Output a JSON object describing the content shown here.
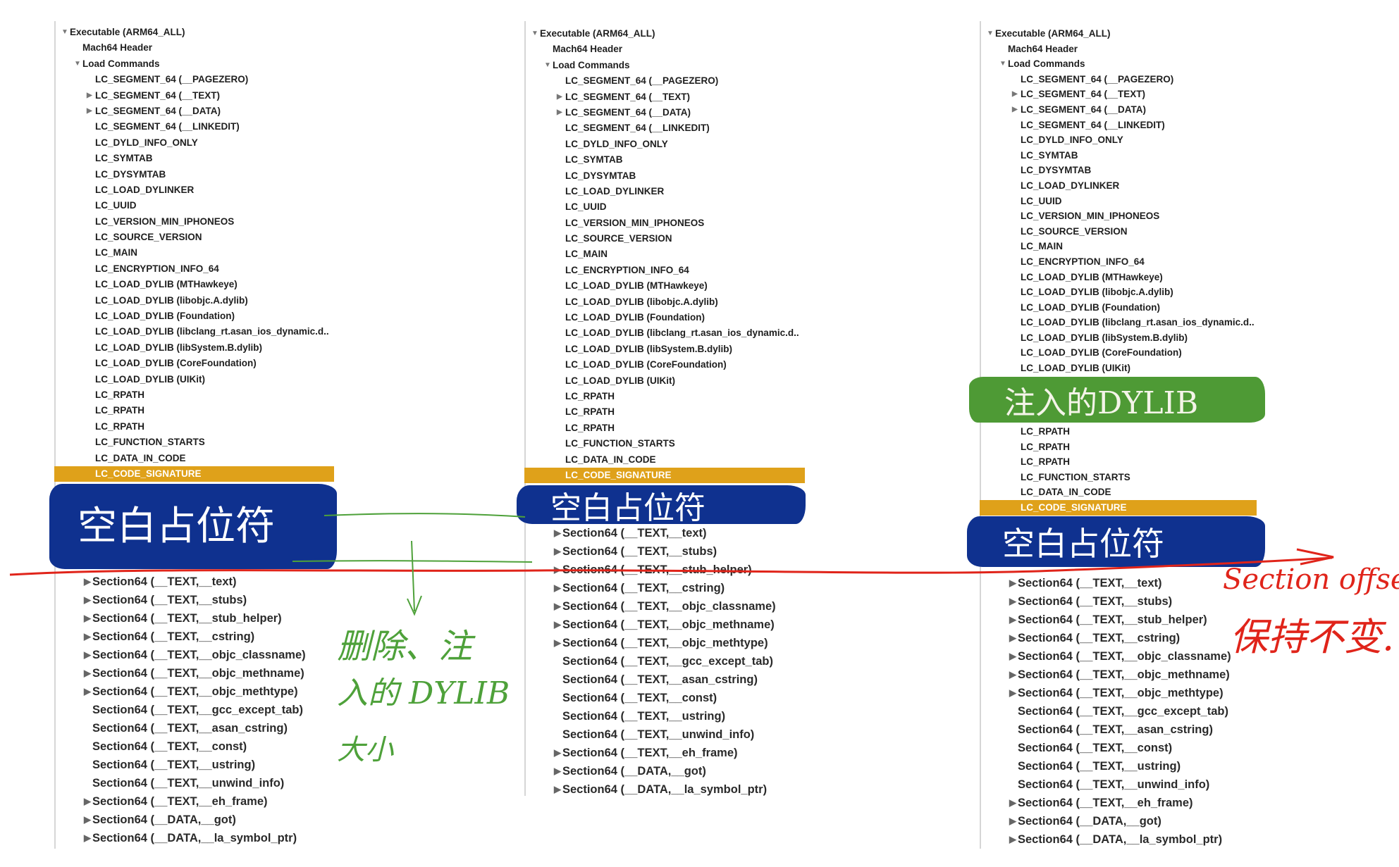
{
  "colors": {
    "selection": "#dfa11a",
    "blue_marker": "#0f318f",
    "green_marker": "#4e9a35",
    "red_ink": "#e0241a",
    "green_ink": "#4ea13a"
  },
  "load_commands": [
    {
      "text": "Executable  (ARM64_ALL)",
      "level": 0,
      "arrow": "expanded"
    },
    {
      "text": "Mach64 Header",
      "level": 1,
      "arrow": ""
    },
    {
      "text": "Load Commands",
      "level": 1,
      "arrow": "expanded"
    },
    {
      "text": "LC_SEGMENT_64 (__PAGEZERO)",
      "level": 2,
      "arrow": ""
    },
    {
      "text": "LC_SEGMENT_64 (__TEXT)",
      "level": 2,
      "arrow": "collapsed"
    },
    {
      "text": "LC_SEGMENT_64 (__DATA)",
      "level": 2,
      "arrow": "collapsed"
    },
    {
      "text": "LC_SEGMENT_64 (__LINKEDIT)",
      "level": 2,
      "arrow": ""
    },
    {
      "text": "LC_DYLD_INFO_ONLY",
      "level": 2,
      "arrow": ""
    },
    {
      "text": "LC_SYMTAB",
      "level": 2,
      "arrow": ""
    },
    {
      "text": "LC_DYSYMTAB",
      "level": 2,
      "arrow": ""
    },
    {
      "text": "LC_LOAD_DYLINKER",
      "level": 2,
      "arrow": ""
    },
    {
      "text": "LC_UUID",
      "level": 2,
      "arrow": ""
    },
    {
      "text": "LC_VERSION_MIN_IPHONEOS",
      "level": 2,
      "arrow": ""
    },
    {
      "text": "LC_SOURCE_VERSION",
      "level": 2,
      "arrow": ""
    },
    {
      "text": "LC_MAIN",
      "level": 2,
      "arrow": ""
    },
    {
      "text": "LC_ENCRYPTION_INFO_64",
      "level": 2,
      "arrow": ""
    },
    {
      "text": "LC_LOAD_DYLIB (MTHawkeye)",
      "level": 2,
      "arrow": ""
    },
    {
      "text": "LC_LOAD_DYLIB (libobjc.A.dylib)",
      "level": 2,
      "arrow": ""
    },
    {
      "text": "LC_LOAD_DYLIB (Foundation)",
      "level": 2,
      "arrow": ""
    },
    {
      "text": "LC_LOAD_DYLIB (libclang_rt.asan_ios_dynamic.d..",
      "level": 2,
      "arrow": ""
    },
    {
      "text": "LC_LOAD_DYLIB (libSystem.B.dylib)",
      "level": 2,
      "arrow": ""
    },
    {
      "text": "LC_LOAD_DYLIB (CoreFoundation)",
      "level": 2,
      "arrow": ""
    },
    {
      "text": "LC_LOAD_DYLIB (UIKit)",
      "level": 2,
      "arrow": ""
    },
    {
      "text": "LC_RPATH",
      "level": 2,
      "arrow": ""
    },
    {
      "text": "LC_RPATH",
      "level": 2,
      "arrow": ""
    },
    {
      "text": "LC_RPATH",
      "level": 2,
      "arrow": ""
    },
    {
      "text": "LC_FUNCTION_STARTS",
      "level": 2,
      "arrow": ""
    },
    {
      "text": "LC_DATA_IN_CODE",
      "level": 2,
      "arrow": ""
    },
    {
      "text": "LC_CODE_SIGNATURE",
      "level": 2,
      "arrow": "",
      "selected": true
    }
  ],
  "sections": [
    {
      "text": "Section64 (__TEXT,__text)",
      "arrow": true
    },
    {
      "text": "Section64 (__TEXT,__stubs)",
      "arrow": true
    },
    {
      "text": "Section64 (__TEXT,__stub_helper)",
      "arrow": true
    },
    {
      "text": "Section64 (__TEXT,__cstring)",
      "arrow": true
    },
    {
      "text": "Section64 (__TEXT,__objc_classname)",
      "arrow": true
    },
    {
      "text": "Section64 (__TEXT,__objc_methname)",
      "arrow": true
    },
    {
      "text": "Section64 (__TEXT,__objc_methtype)",
      "arrow": true
    },
    {
      "text": "Section64 (__TEXT,__gcc_except_tab)",
      "arrow": false
    },
    {
      "text": "Section64 (__TEXT,__asan_cstring)",
      "arrow": false
    },
    {
      "text": "Section64 (__TEXT,__const)",
      "arrow": false
    },
    {
      "text": "Section64 (__TEXT,__ustring)",
      "arrow": false
    },
    {
      "text": "Section64 (__TEXT,__unwind_info)",
      "arrow": false
    },
    {
      "text": "Section64 (__TEXT,__eh_frame)",
      "arrow": true
    },
    {
      "text": "Section64 (__DATA,__got)",
      "arrow": true
    },
    {
      "text": "Section64 (__DATA,__la_symbol_ptr)",
      "arrow": true
    }
  ],
  "annotations": {
    "placeholder_label": "空白占位符",
    "injected_dylib_label": "注入的DYLIB",
    "delete_note_line1": "删除、注",
    "delete_note_line2": "入的 DYLIB",
    "delete_note_line3": "大小",
    "offset_note_line1": "Section offset",
    "offset_note_line2": "保持不变."
  }
}
